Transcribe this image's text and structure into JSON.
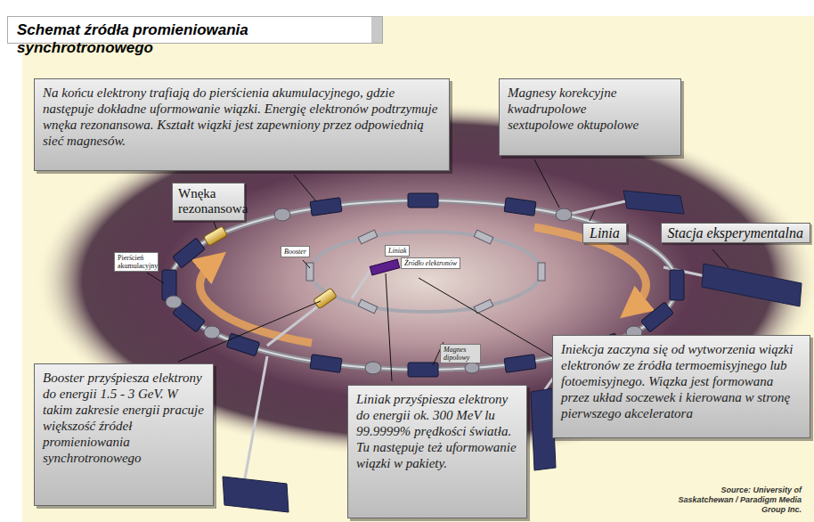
{
  "diagram": {
    "title": "Schemat źródła promieniowania synchrotronowego",
    "nodes": [
      {
        "text": [
          "Na końcu elektrony trafiają do pierścienia akumulacyjnego, gdzie następuje dokładne uformowanie wiązki. Energię elektronów podtrzymuje wnęka rezonansowa. Kształt wiązki jest zapewniony przez odpowiednią sieć magnesów."
        ]
      },
      {
        "text": [
          "Magnesy korekcyjne kwadrupolowe sextupolowe oktupolowe"
        ]
      },
      {
        "text": [
          "Wnęka rezonansowa"
        ]
      },
      {
        "text": [
          "Linia"
        ]
      },
      {
        "text": [
          "Stacja eksperymentalna"
        ]
      },
      {
        "text": [
          "Pierścień akumulacyjny"
        ]
      },
      {
        "text": [
          "Booster"
        ]
      },
      {
        "text": [
          "Liniak"
        ]
      },
      {
        "text": [
          "Źródło elektronów"
        ]
      },
      {
        "text": [
          "Magnes dipolowy"
        ]
      },
      {
        "text": [
          "Iniekcja zaczyna się od wytworzenia wiązki elektronów ze źródła termoemisyjnego lub fotoemisyjnego. Wiązka jest formowana przez układ soczewek i kierowana w stronę pierwszego akceleratora"
        ]
      },
      {
        "text": [
          "Booster przyśpiesza elektrony do energii 1.5 - 3 GeV. W takim zakresie energii pracuje większość źródeł promieniowania synchrotronowego"
        ]
      },
      {
        "text": [
          "Liniak przyśpiesza elektrony do energii ok. 300 MeV lu 99.9999% prędkości światła. Tu następuje też uformowanie wiązki w pakiety."
        ]
      }
    ],
    "labels": [
      "Source: University of Saskatchewan / Paradigm Media Group Inc."
    ]
  }
}
